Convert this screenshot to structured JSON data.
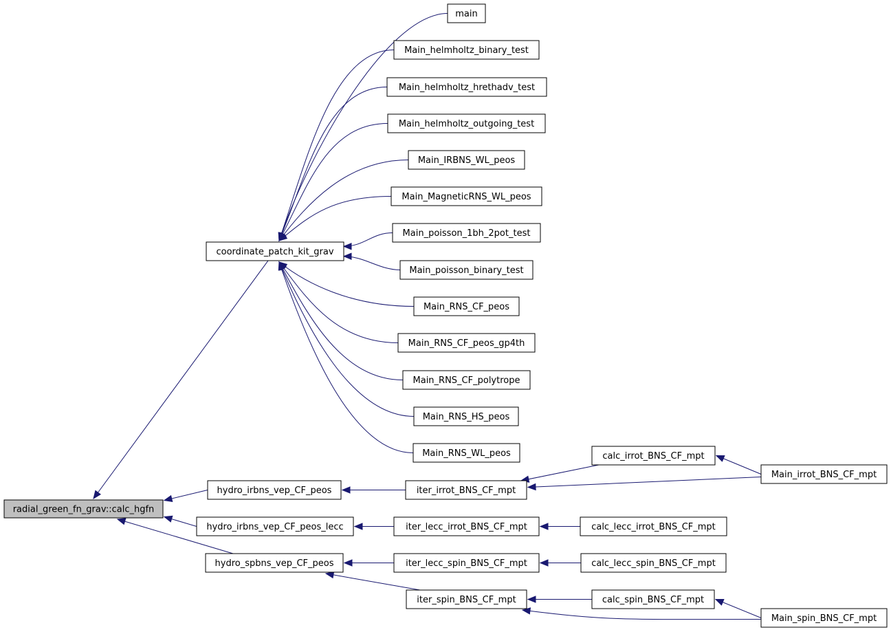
{
  "graph": {
    "nodes": [
      {
        "id": "root",
        "label": "radial_green_fn_grav::calc_hgfn"
      },
      {
        "id": "cpkg",
        "label": "coordinate_patch_kit_grav"
      },
      {
        "id": "main",
        "label": "main"
      },
      {
        "id": "hbt",
        "label": "Main_helmholtz_binary_test"
      },
      {
        "id": "hht",
        "label": "Main_helmholtz_hrethadv_test"
      },
      {
        "id": "hot",
        "label": "Main_helmholtz_outgoing_test"
      },
      {
        "id": "irbns",
        "label": "Main_IRBNS_WL_peos"
      },
      {
        "id": "mag",
        "label": "Main_MagneticRNS_WL_peos"
      },
      {
        "id": "p1bh",
        "label": "Main_poisson_1bh_2pot_test"
      },
      {
        "id": "pbt",
        "label": "Main_poisson_binary_test"
      },
      {
        "id": "rnscf",
        "label": "Main_RNS_CF_peos"
      },
      {
        "id": "rnsgp",
        "label": "Main_RNS_CF_peos_gp4th"
      },
      {
        "id": "rnspoly",
        "label": "Main_RNS_CF_polytrope"
      },
      {
        "id": "rnshs",
        "label": "Main_RNS_HS_peos"
      },
      {
        "id": "rnswl",
        "label": "Main_RNS_WL_peos"
      },
      {
        "id": "hivcp",
        "label": "hydro_irbns_vep_CF_peos"
      },
      {
        "id": "hivcpl",
        "label": "hydro_irbns_vep_CF_peos_lecc"
      },
      {
        "id": "hsvcp",
        "label": "hydro_spbns_vep_CF_peos"
      },
      {
        "id": "iirr",
        "label": "iter_irrot_BNS_CF_mpt"
      },
      {
        "id": "ilirr",
        "label": "iter_lecc_irrot_BNS_CF_mpt"
      },
      {
        "id": "ilspin",
        "label": "iter_lecc_spin_BNS_CF_mpt"
      },
      {
        "id": "ispin",
        "label": "iter_spin_BNS_CF_mpt"
      },
      {
        "id": "cirr",
        "label": "calc_irrot_BNS_CF_mpt"
      },
      {
        "id": "clirr",
        "label": "calc_lecc_irrot_BNS_CF_mpt"
      },
      {
        "id": "clspin",
        "label": "calc_lecc_spin_BNS_CF_mpt"
      },
      {
        "id": "cspin",
        "label": "calc_spin_BNS_CF_mpt"
      },
      {
        "id": "mirr",
        "label": "Main_irrot_BNS_CF_mpt"
      },
      {
        "id": "mspin",
        "label": "Main_spin_BNS_CF_mpt"
      }
    ],
    "edges": [
      {
        "caller": "cpkg",
        "callee": "root"
      },
      {
        "caller": "hivcp",
        "callee": "root"
      },
      {
        "caller": "hivcpl",
        "callee": "root"
      },
      {
        "caller": "hsvcp",
        "callee": "root"
      },
      {
        "caller": "main",
        "callee": "cpkg"
      },
      {
        "caller": "hbt",
        "callee": "cpkg"
      },
      {
        "caller": "hht",
        "callee": "cpkg"
      },
      {
        "caller": "hot",
        "callee": "cpkg"
      },
      {
        "caller": "irbns",
        "callee": "cpkg"
      },
      {
        "caller": "mag",
        "callee": "cpkg"
      },
      {
        "caller": "p1bh",
        "callee": "cpkg"
      },
      {
        "caller": "pbt",
        "callee": "cpkg"
      },
      {
        "caller": "rnscf",
        "callee": "cpkg"
      },
      {
        "caller": "rnsgp",
        "callee": "cpkg"
      },
      {
        "caller": "rnspoly",
        "callee": "cpkg"
      },
      {
        "caller": "rnshs",
        "callee": "cpkg"
      },
      {
        "caller": "rnswl",
        "callee": "cpkg"
      },
      {
        "caller": "iirr",
        "callee": "hivcp"
      },
      {
        "caller": "ilirr",
        "callee": "hivcpl"
      },
      {
        "caller": "ilspin",
        "callee": "hsvcp"
      },
      {
        "caller": "ispin",
        "callee": "hsvcp"
      },
      {
        "caller": "cirr",
        "callee": "iirr"
      },
      {
        "caller": "mirr",
        "callee": "iirr"
      },
      {
        "caller": "mirr",
        "callee": "cirr"
      },
      {
        "caller": "clirr",
        "callee": "ilirr"
      },
      {
        "caller": "clspin",
        "callee": "ilspin"
      },
      {
        "caller": "cspin",
        "callee": "ispin"
      },
      {
        "caller": "mspin",
        "callee": "ispin"
      },
      {
        "caller": "mspin",
        "callee": "cspin"
      }
    ]
  },
  "colors": {
    "edge": "#191970",
    "root_fill": "#bfbfbf",
    "node_fill": "#ffffff",
    "node_border": "#000000"
  }
}
